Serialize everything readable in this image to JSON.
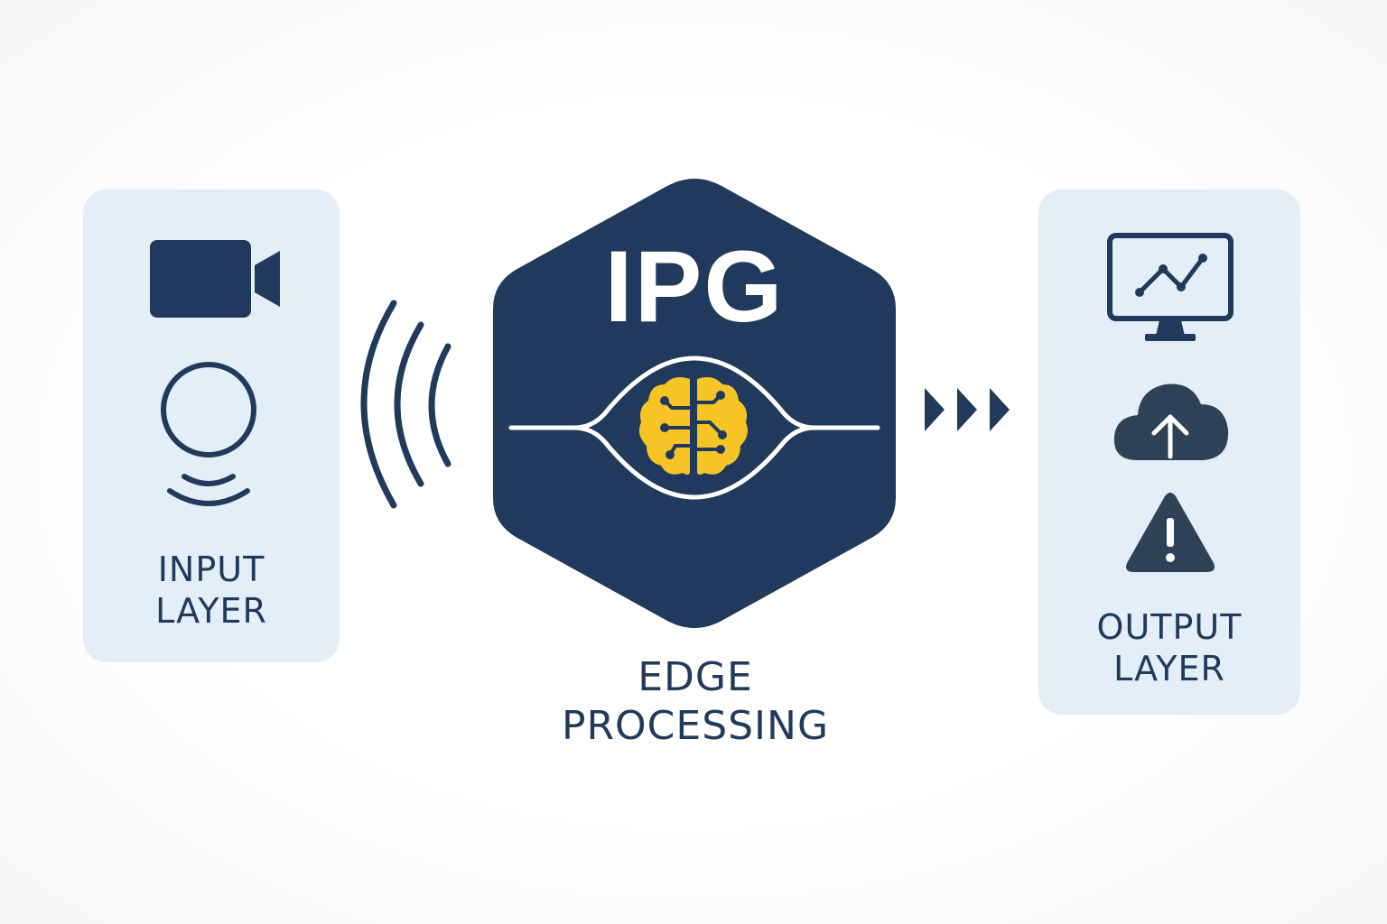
{
  "input_layer": {
    "label_line1": "INPUT",
    "label_line2": "LAYER",
    "icons": [
      "video-camera-icon",
      "sensor-icon"
    ]
  },
  "signal": {
    "icon": "wireless-signal-icon"
  },
  "core": {
    "title": "IPG",
    "icon": "brain-icon",
    "caption_line1": "EDGE",
    "caption_line2": "PROCESSING"
  },
  "flow": {
    "icon": "triple-chevron-right-icon"
  },
  "output_layer": {
    "label_line1": "OUTPUT",
    "label_line2": "LAYER",
    "icons": [
      "monitor-chart-icon",
      "cloud-upload-icon",
      "warning-icon"
    ]
  },
  "colors": {
    "navy": "#1f3a5c",
    "panel": "#e3eef6",
    "accent_yellow": "#f7c425",
    "white": "#ffffff"
  }
}
